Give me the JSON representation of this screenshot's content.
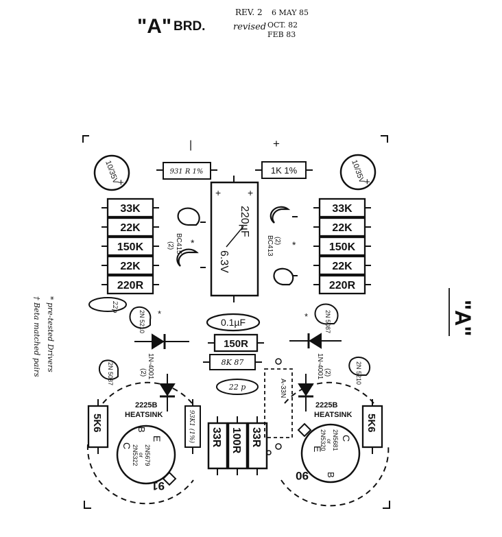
{
  "header": {
    "title_quote": "\"A\"",
    "title_board": "BRD.",
    "rev": "REV. 2",
    "rev_date": "6 MAY 85",
    "revised_label": "revised",
    "revised_date1": "OCT. 82",
    "revised_date2": "FEB 83"
  },
  "rail": {
    "minus": "|",
    "plus": "+"
  },
  "caps": {
    "electrolytic_left": "10/35V",
    "electrolytic_right": "10/35V",
    "big": "220µF",
    "big_voltage": "6.3V",
    "c01": "0.1µF",
    "c22_left": "22p",
    "c22_bottom": "22 p"
  },
  "resistors": {
    "r931": "931 R 1%",
    "r1k": "1K 1%",
    "left_stack": [
      "33K",
      "22K",
      "150K",
      "22K",
      "220R"
    ],
    "right_stack": [
      "33K",
      "22K",
      "150K",
      "22K",
      "220R"
    ],
    "r150": "150R",
    "r8k87": "8K 87",
    "r5k6_left": "5K6",
    "r5k6_right": "5K6",
    "r93k1": "93K1 (1%)",
    "r33_left": "33R",
    "r100": "100R",
    "r33_right": "33R"
  },
  "transistors": {
    "bc415": "BC415",
    "bc415_count": "(2)",
    "bc413": "BC413",
    "bc413_count": "(2)",
    "t5210": "2N 5210",
    "t5087_top": "2N 5087",
    "t5087_left": "2N 5087",
    "t5210_right": "2N 5210"
  },
  "diodes": {
    "left": "1N-4001",
    "left_count": "(2)",
    "right": "1N-4001",
    "right_count": "(2)"
  },
  "wire": {
    "label": "A-33N"
  },
  "heatsinks": {
    "left": {
      "model": "2225B",
      "label": "HEATSINK",
      "part1": "2N5679",
      "or": "or",
      "part2": "2N5322",
      "pin_e": "E",
      "pin_b": "B",
      "pin_c": "C",
      "number": "91"
    },
    "right": {
      "model": "2225B",
      "label": "HEATSINK",
      "part1": "2N5681",
      "or": "or",
      "part2": "2N5320",
      "pin_e": "E",
      "pin_b": "B",
      "pin_c": "C",
      "number": "90"
    }
  },
  "notes": {
    "star": "* pre-tested Drivers",
    "dagger": "† Beta matched pairs"
  },
  "side_label": "\"A\"",
  "markers": {
    "star": "*",
    "plus": "+",
    "minus": "-"
  }
}
